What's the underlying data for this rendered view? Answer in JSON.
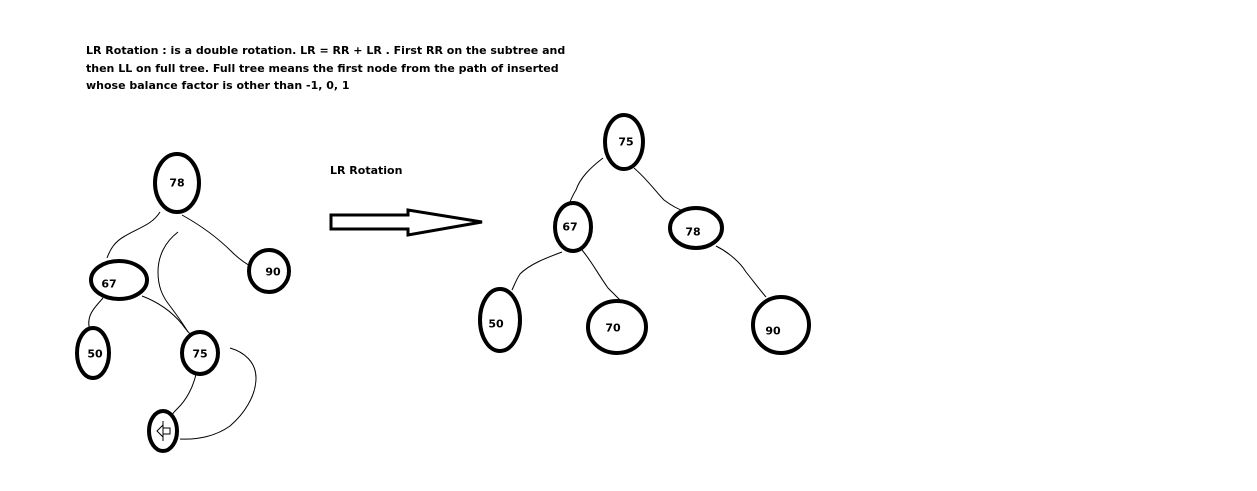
{
  "description": {
    "lines": [
      "LR Rotation : is a double rotation. LR = RR + LR . First RR on the subtree and",
      "then LL on full tree. Full tree means the first node from the path of inserted",
      "whose balance factor is other than -1, 0, 1"
    ]
  },
  "arrow": {
    "label": "LR Rotation"
  },
  "before_tree": {
    "nodes": [
      {
        "id": "b78",
        "label": "78"
      },
      {
        "id": "b67",
        "label": "67"
      },
      {
        "id": "b90",
        "label": "90"
      },
      {
        "id": "b50",
        "label": "50"
      },
      {
        "id": "b75",
        "label": "75"
      },
      {
        "id": "b-inserted",
        "label": ""
      }
    ]
  },
  "after_tree": {
    "nodes": [
      {
        "id": "a75",
        "label": "75"
      },
      {
        "id": "a67",
        "label": "67"
      },
      {
        "id": "a78",
        "label": "78"
      },
      {
        "id": "a50",
        "label": "50"
      },
      {
        "id": "a70",
        "label": "70"
      },
      {
        "id": "a90",
        "label": "90"
      }
    ]
  }
}
